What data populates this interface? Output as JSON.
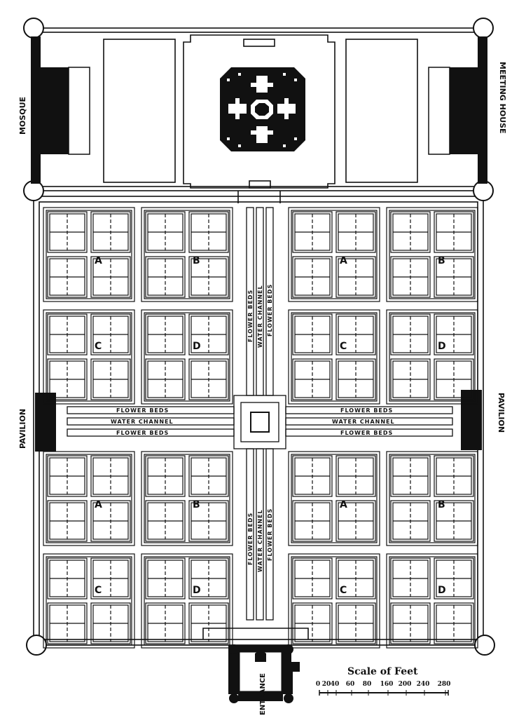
{
  "labels": {
    "mosque": "MOSQUE",
    "meeting_house": "MEETING HOUSE",
    "pavilion_left": "PAVILION",
    "pavilion_right": "PAVILION",
    "entrance": "ENTRANCE"
  },
  "channels": {
    "flower_beds": "FLOWER BEDS",
    "water_channel": "WATER CHANNEL"
  },
  "plot_letters": [
    "A",
    "B",
    "C",
    "D"
  ],
  "scale": {
    "title": "Scale of Feet",
    "ticks": [
      "0",
      "20",
      "40",
      "60",
      "80",
      "160",
      "200",
      "240",
      "280"
    ]
  },
  "colors": {
    "ink": "#111111",
    "paper": "#ffffff"
  }
}
